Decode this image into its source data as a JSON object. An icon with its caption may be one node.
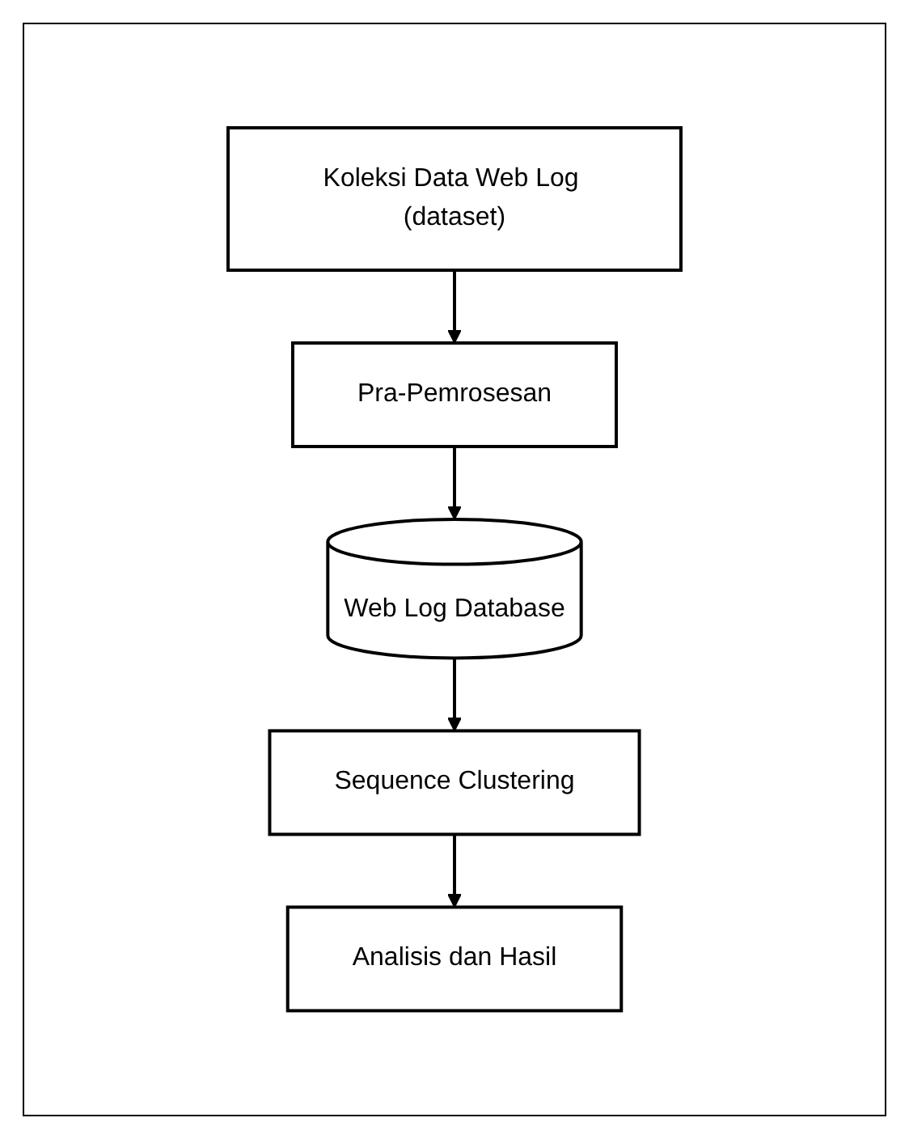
{
  "diagram": {
    "nodes": [
      {
        "text": [
          "Koleksi Data Web Log (dataset)"
        ]
      },
      {
        "text": [
          "Pra-Pemrosesan"
        ]
      },
      {
        "text": [
          "Web Log Database"
        ]
      },
      {
        "text": [
          "Sequence Clustering"
        ]
      },
      {
        "text": [
          "Analisis dan Hasil"
        ]
      }
    ],
    "edges": [
      {
        "from": 0,
        "to": 1,
        "arrow": "to"
      },
      {
        "from": 1,
        "to": 2,
        "arrow": "to"
      },
      {
        "from": 2,
        "to": 3,
        "arrow": "to"
      },
      {
        "from": 3,
        "to": 4,
        "arrow": "to"
      }
    ]
  }
}
